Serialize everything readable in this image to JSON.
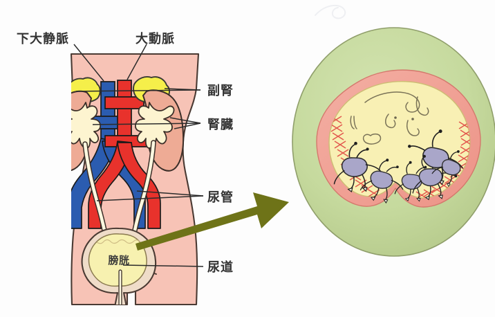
{
  "figure": {
    "kind": "anatomical-illustration",
    "subject": "urinary-system-with-bladder-infection-inset",
    "background_color": "#fdfdfd"
  },
  "labels": {
    "vena_cava": "下大静脈",
    "aorta": "大動脈",
    "adrenal_gland": "副腎",
    "kidney": "腎臓",
    "ureter": "尿管",
    "urethra": "尿道",
    "bladder": "膀胱"
  },
  "colors": {
    "skin": "#f7c3b6",
    "skin_outline": "#4a3a33",
    "kidney_body": "#eeab95",
    "kidney_inner": "#fdf4d0",
    "adrenal": "#f5ef4a",
    "vein_blue": "#2b5cb0",
    "artery_red": "#e8322c",
    "ureter_fill": "#fdf8e0",
    "bladder_fill": "#f7f1b0",
    "arrow_olive": "#6e7318",
    "inset_outer_green": "#c2d79a",
    "inset_green_stroke": "#8f9e6a",
    "inset_wall_pink": "#f0a297",
    "inset_lumen_yellow": "#f8f0b4",
    "inflammation_red": "#e04a44",
    "bacteria_body": "#a9a6c9",
    "label_text": "#333333"
  },
  "inset": {
    "title_visible": false,
    "description_parts": [
      "outer-green-tissue-ring",
      "pink-bladder-wall",
      "red-hatched-inflamed-mucosa",
      "yellow-urine-lumen",
      "bacteria-cluster",
      "faint-scribble-doodles"
    ],
    "bacteria_count": 6
  },
  "arrow": {
    "from": "bladder-in-torso",
    "to": "magnified-bladder-inset",
    "color": "#6e7318"
  }
}
